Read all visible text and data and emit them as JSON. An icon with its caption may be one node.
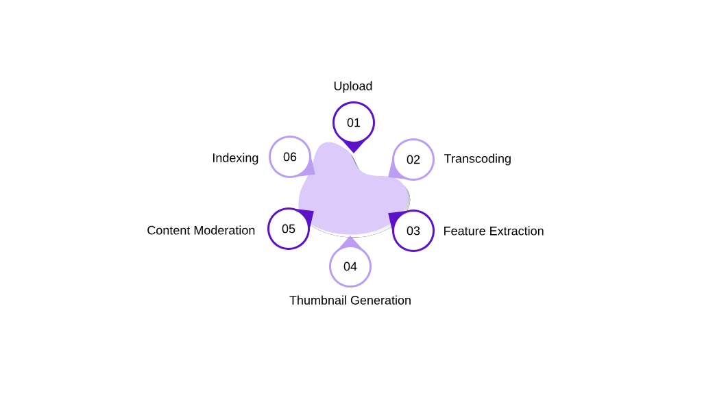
{
  "diagram": {
    "nodes": [
      {
        "text": [
          "01"
        ],
        "beside": [
          "Upload"
        ]
      },
      {
        "text": [
          "02"
        ],
        "beside": [
          "Transcoding"
        ]
      },
      {
        "text": [
          "03"
        ],
        "beside": [
          "Feature Extraction"
        ]
      },
      {
        "text": [
          "04"
        ],
        "beside": [
          "Thumbnail Generation"
        ]
      },
      {
        "text": [
          "05"
        ],
        "beside": [
          "Content Moderation"
        ]
      },
      {
        "text": [
          "06"
        ],
        "beside": [
          "Indexing"
        ]
      }
    ]
  }
}
